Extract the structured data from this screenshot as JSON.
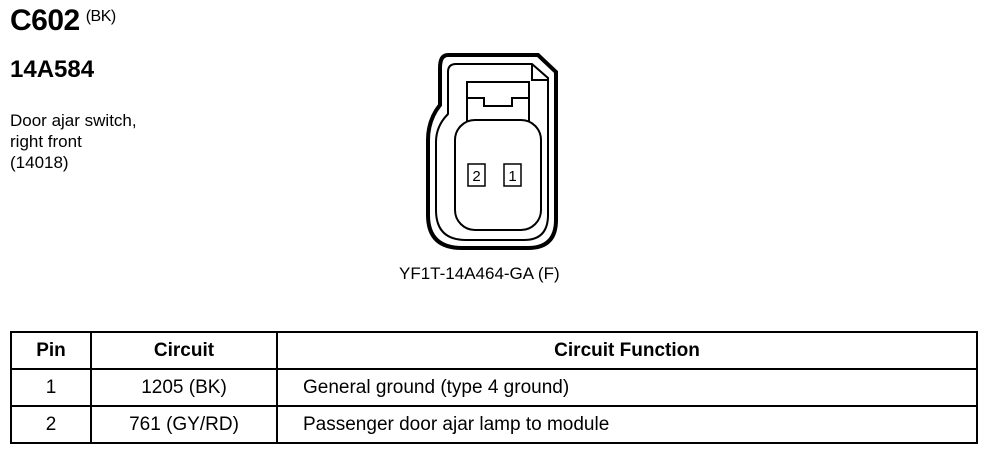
{
  "connector": {
    "id": "C602",
    "color": "(BK)",
    "part_number": "14A584",
    "description_lines": [
      "Door ajar switch,",
      "right front",
      "(14018)"
    ],
    "connector_part": "YF1T-14A464-GA (F)",
    "pins_shown": [
      "2",
      "1"
    ]
  },
  "table": {
    "headers": [
      "Pin",
      "Circuit",
      "Circuit Function"
    ],
    "rows": [
      {
        "pin": "1",
        "circuit": "1205 (BK)",
        "function": "General ground (type 4 ground)"
      },
      {
        "pin": "2",
        "circuit": "761 (GY/RD)",
        "function": "Passenger door ajar lamp to module"
      }
    ]
  }
}
